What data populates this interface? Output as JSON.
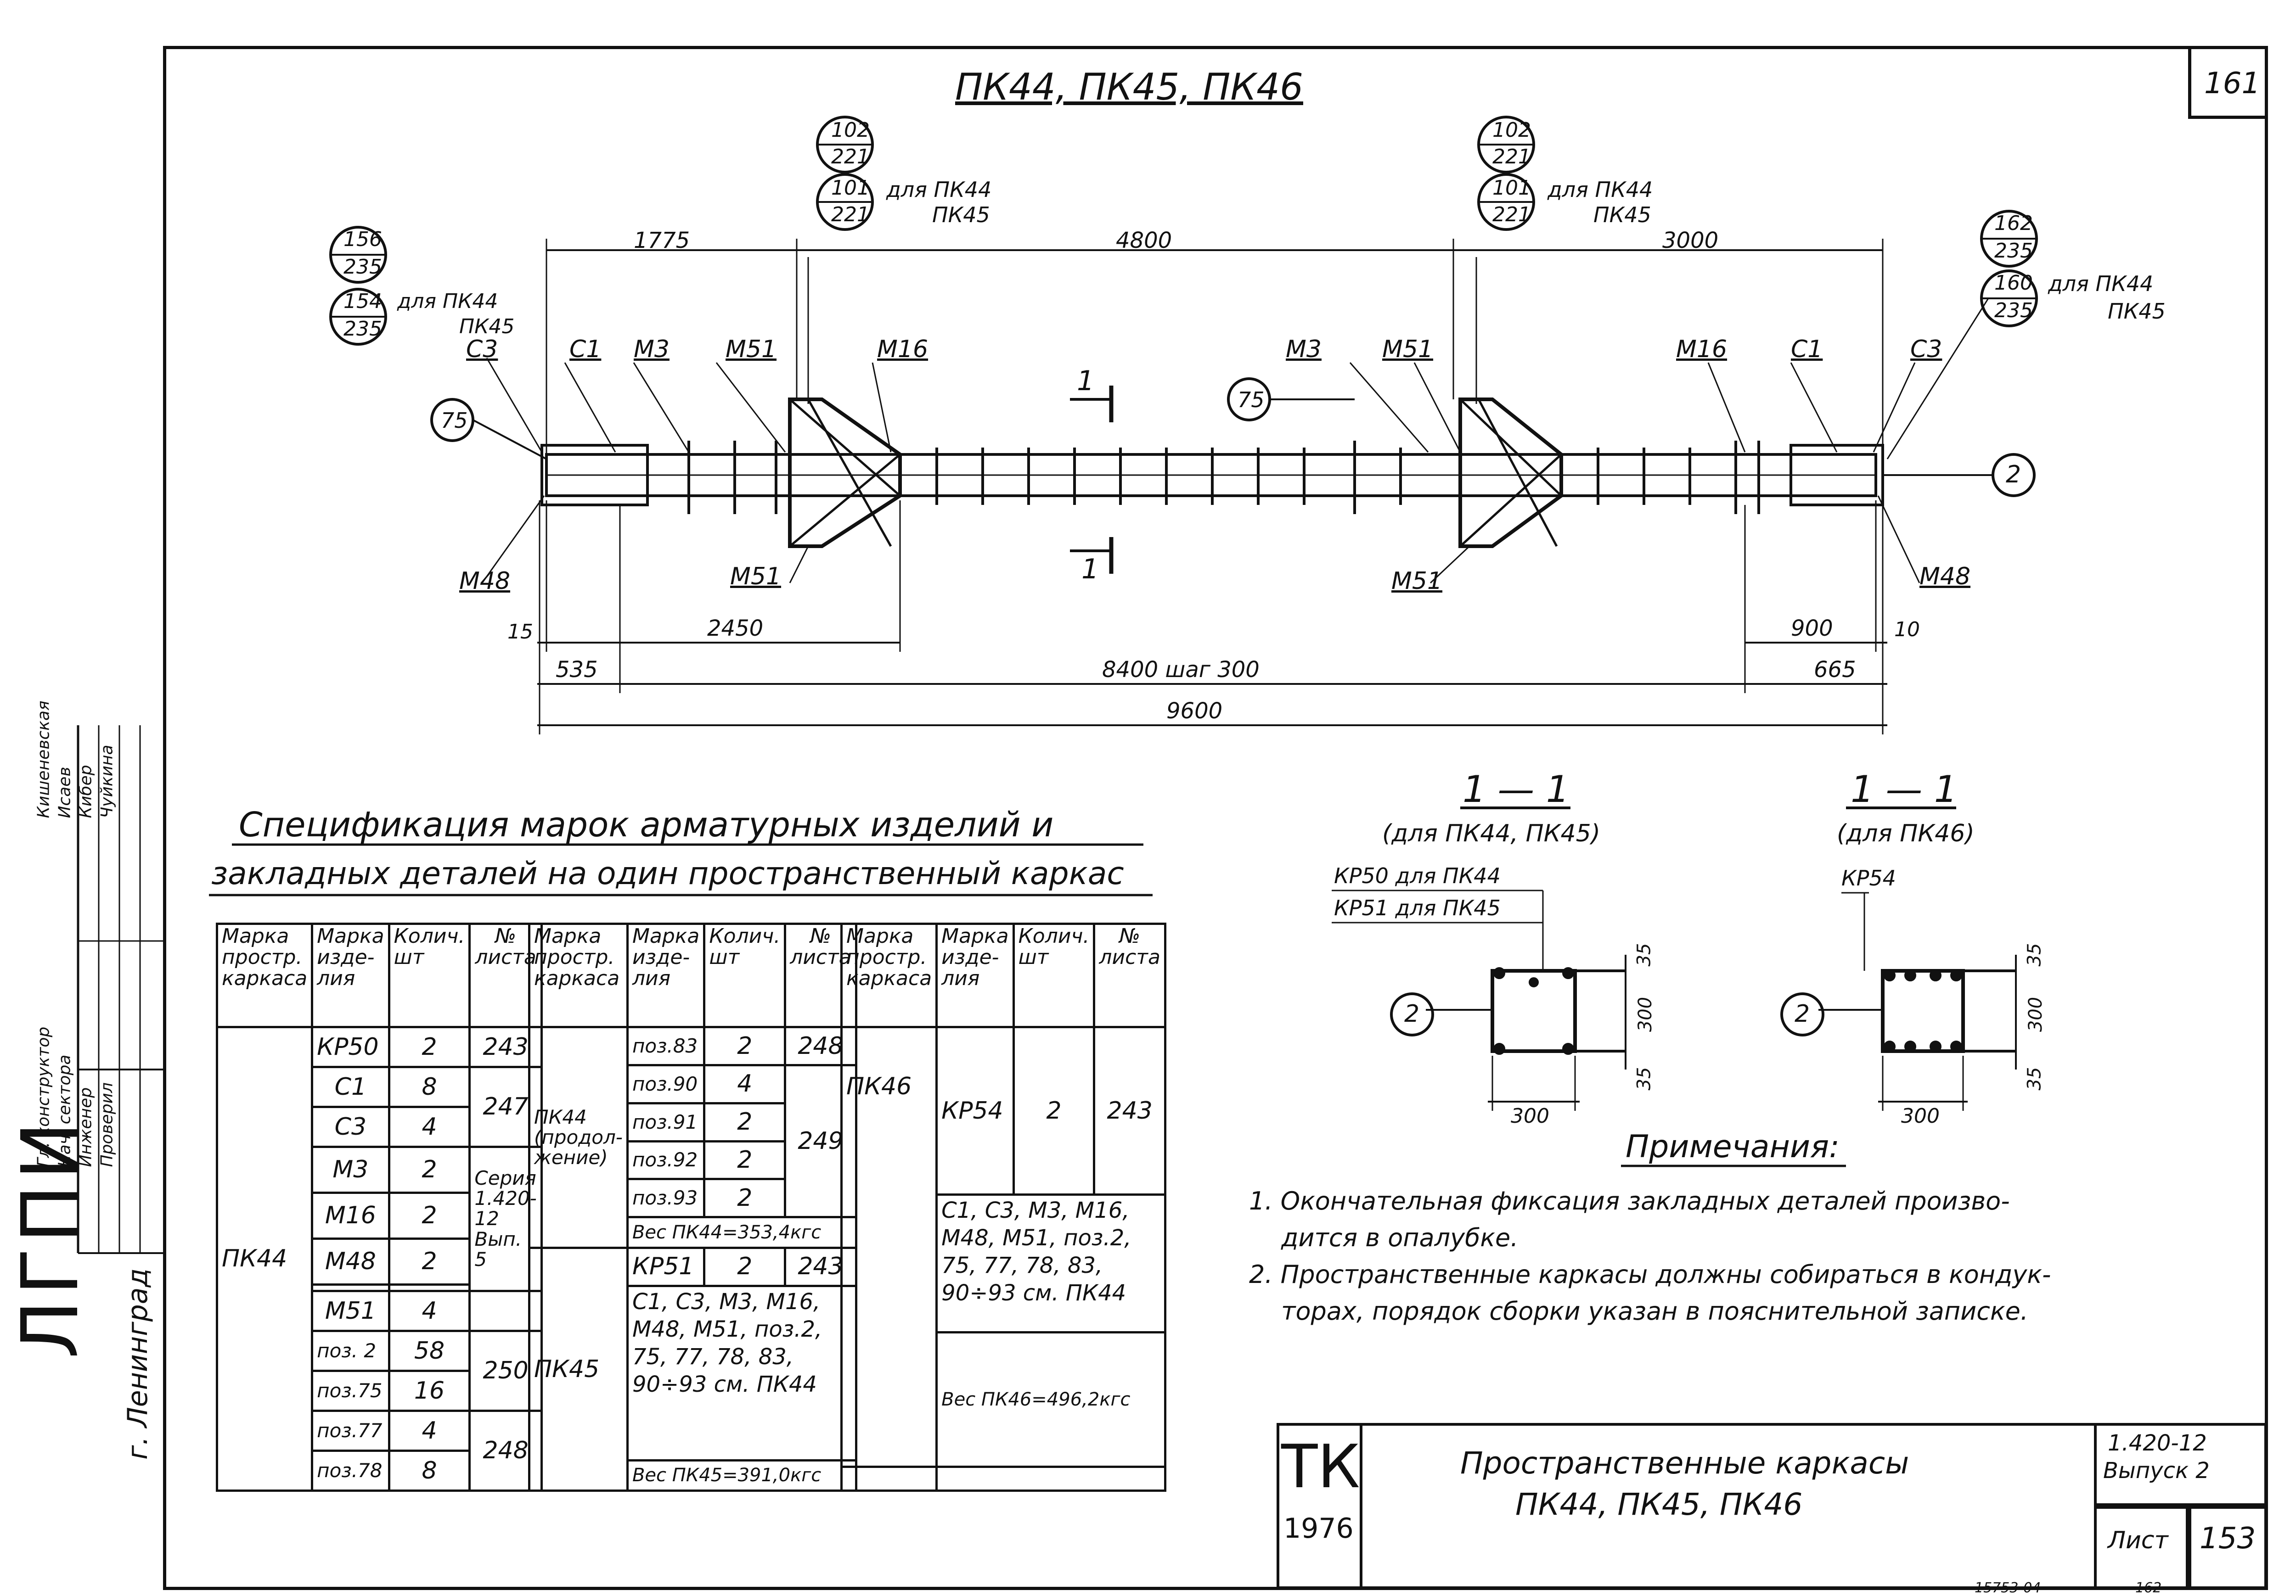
{
  "page_number": "161",
  "title": "ПК44, ПК45, ПК46",
  "callouts": {
    "left": {
      "top_num": "156",
      "top_den": "235",
      "bot_num": "154",
      "bot_den": "235",
      "note1": "для ПК44",
      "note2": "ПК45"
    },
    "mid1": {
      "top_num": "102",
      "top_den": "221",
      "bot_num": "101",
      "bot_den": "221",
      "note1": "для ПК44",
      "note2": "ПК45"
    },
    "mid2": {
      "top_num": "102",
      "top_den": "221",
      "bot_num": "101",
      "bot_den": "221",
      "note1": "для ПК44",
      "note2": "ПК45"
    },
    "right": {
      "top_num": "162",
      "top_den": "235",
      "bot_num": "160",
      "bot_den": "235",
      "note1": "для ПК44",
      "note2": "ПК45"
    }
  },
  "dimensions": {
    "top": [
      "1775",
      "4800",
      "3000"
    ],
    "bottom": [
      "15",
      "2450",
      "900",
      "10",
      "535",
      "8400 шаг 300",
      "665",
      "9600"
    ]
  },
  "element_labels": {
    "c3_l": "С3",
    "c1_l": "С1",
    "m3_l": "М3",
    "m51_l": "М51",
    "m16_l": "М16",
    "m3_r": "М3",
    "m51_r": "М51",
    "m16_r": "М16",
    "c1_r": "С1",
    "c3_r": "С3",
    "m48_l": "М48",
    "m51_bl": "М51",
    "m51_br": "М51",
    "m48_r": "М48",
    "pos75_l": "75",
    "pos75_r": "75",
    "axis2": "2",
    "sec_top": "1",
    "sec_bot": "1"
  },
  "spec_title": {
    "line1": "Спецификация марок арматурных изделий и",
    "line2": "закладных деталей на один пространственный каркас"
  },
  "headers": {
    "h1": "Марка простр. каркаса",
    "h2": "Марка изде- лия",
    "h3": "Колич. шт",
    "h4": "№ листа"
  },
  "table1": {
    "frame": "ПК44",
    "rows": [
      {
        "item": "КР50",
        "qty": "2"
      },
      {
        "item": "С1",
        "qty": "8"
      },
      {
        "item": "С3",
        "qty": "4"
      },
      {
        "item": "М3",
        "qty": "2"
      },
      {
        "item": "М16",
        "qty": "2"
      },
      {
        "item": "М48",
        "qty": "2"
      },
      {
        "item": "",
        "qty": ""
      },
      {
        "item": "М51",
        "qty": "4"
      },
      {
        "item": "поз. 2",
        "qty": "58"
      },
      {
        "item": "поз.75",
        "qty": "16"
      },
      {
        "item": "поз.77",
        "qty": "4"
      },
      {
        "item": "поз.78",
        "qty": "8"
      }
    ],
    "sheets": {
      "s243": "243",
      "s247": "247",
      "series": "Серия 1.420-12 Вып. 5",
      "s250": "250",
      "s248": "248"
    }
  },
  "table2": {
    "frame1": "ПК44 (продол- жение)",
    "rows": [
      {
        "item": "поз.83",
        "qty": "2",
        "sheet": "248"
      },
      {
        "item": "поз.90",
        "qty": "4"
      },
      {
        "item": "поз.91",
        "qty": "2"
      },
      {
        "item": "поз.92",
        "qty": "2"
      },
      {
        "item": "поз.93",
        "qty": "2"
      }
    ],
    "s249": "249",
    "weight1": "Вес ПК44=353,4кгс",
    "frame2": "ПК45",
    "kr51": "КР51",
    "kr51_qty": "2",
    "kr51_sheet": "243",
    "list2": "С1, С3, М3, М16, М48, М51, поз.2, 75, 77, 78, 83, 90÷93 см. ПК44",
    "weight2": "Вес ПК45=391,0кгс"
  },
  "table3": {
    "frame": "ПК46",
    "kr54": "КР54",
    "kr54_qty": "2",
    "kr54_sheet": "243",
    "list": "С1, С3, М3, М16, М48, М51, поз.2, 75, 77, 78, 83, 90÷93 см. ПК44",
    "weight": "Вес ПК46=496,2кгс"
  },
  "section1": {
    "title": "1 — 1",
    "sub": "(для ПК44, ПК45)",
    "l1": "КР50 для ПК44",
    "l2": "КР51 для ПК45",
    "axis": "2",
    "d35a": "35",
    "d300v": "300",
    "d35b": "35",
    "d300h": "300"
  },
  "section2": {
    "title": "1 — 1",
    "sub": "(для ПК46)",
    "l1": "КР54",
    "axis": "2",
    "d35a": "35",
    "d300v": "300",
    "d35b": "35",
    "d300h": "300"
  },
  "notes": {
    "heading": "Примечания:",
    "n1a": "1. Окончательная фиксация закладных деталей произво-",
    "n1b": "дится в опалубке.",
    "n2a": "2. Пространственные каркасы должны собираться в кондук-",
    "n2b": "торах, порядок сборки указан в пояснительной записке."
  },
  "stamp": {
    "tk": "ТК",
    "year": "1976",
    "title1": "Пространственные каркасы",
    "title2": "ПК44, ПК45, ПК46",
    "series": "1.420-12",
    "issue": "Выпуск 2",
    "sheet_label": "Лист",
    "sheet_no": "153"
  },
  "side": {
    "roles": [
      "Гл. конструктор",
      "Нач. сектора",
      "Инженер",
      "Проверил"
    ],
    "names": [
      "Кишеневская",
      "Исаев",
      "Кибер",
      "Чуйкина"
    ],
    "org": "ЛГПИ",
    "city": "г. Ленинград"
  },
  "footer": {
    "code": "15753-04",
    "sub": "162"
  }
}
